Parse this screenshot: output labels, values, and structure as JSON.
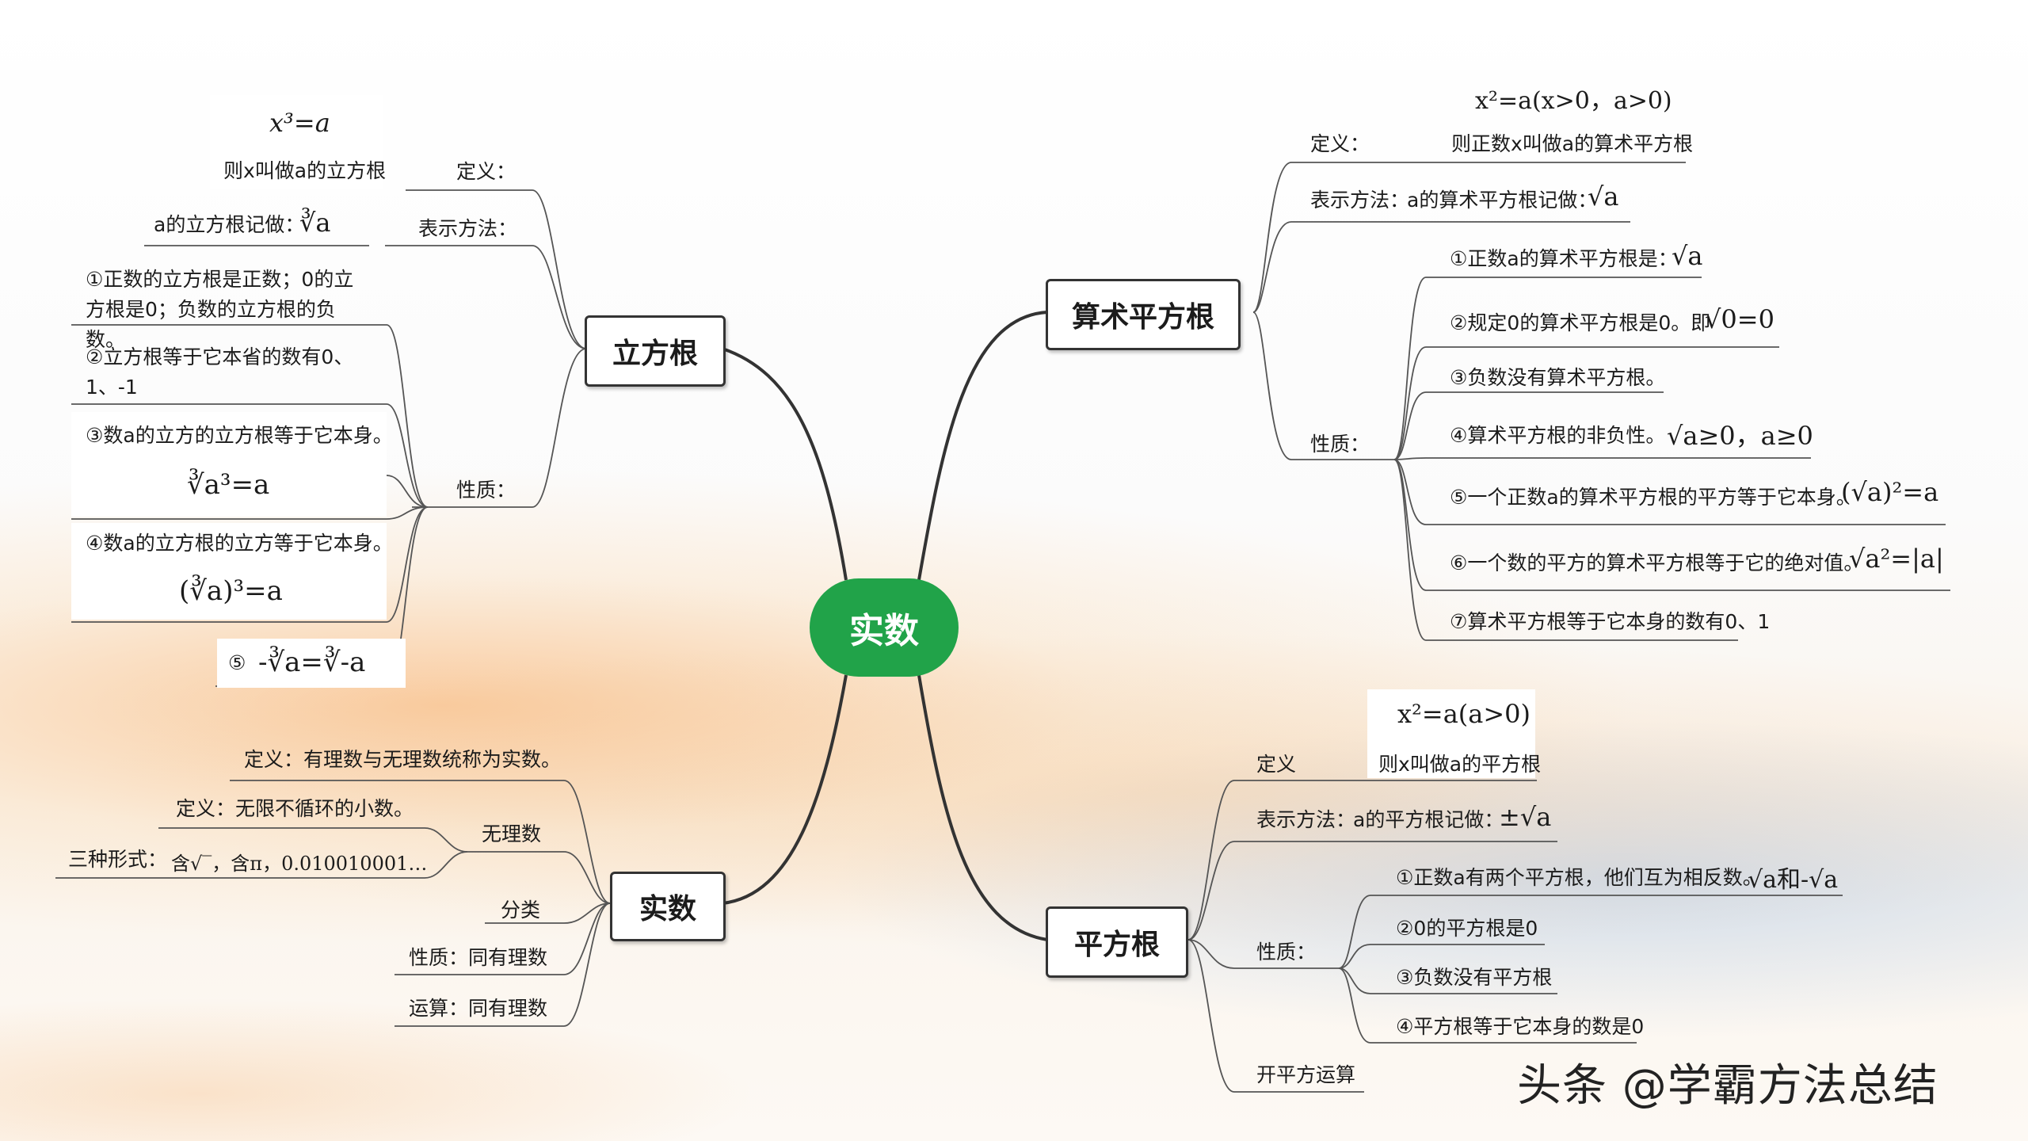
{
  "center": "实数",
  "watermark": "头条 @学霸方法总结",
  "cube_root": {
    "title": "立方根",
    "label_definition": "定义：",
    "label_notation": "表示方法：",
    "label_properties": "性质：",
    "def_formula": "x³=a",
    "def_text": "则x叫做a的立方根",
    "notation_text": "a的立方根记做：",
    "notation_formula": "∛a",
    "p1": "①正数的立方根是正数；0的立方根是0；负数的立方根的负数。",
    "p2": "②立方根等于它本省的数有0、1、-1",
    "p3": "③数a的立方的立方根等于它本身。",
    "p3_formula": "∛a³=a",
    "p4": "④数a的立方根的立方等于它本身。",
    "p4_formula": "(∛a)³=a",
    "p5_num": "⑤",
    "p5_formula": "-∛a=∛-a"
  },
  "real_numbers": {
    "title": "实数",
    "definition": "定义：有理数与无理数统称为实数。",
    "irrational": "无理数",
    "irrational_def": "定义：无限不循环的小数。",
    "three_forms_label": "三种形式：",
    "three_forms": "含√‾，含π，0.010010001…",
    "classification": "分类",
    "properties": "性质：同有理数",
    "operations": "运算：同有理数"
  },
  "arith_sqrt": {
    "title": "算术平方根",
    "label_definition": "定义：",
    "label_notation": "表示方法：",
    "label_properties": "性质：",
    "def_formula": "x²=a(x>0，a>0)",
    "def_text": "则正数x叫做a的算术平方根",
    "notation_text": "a的算术平方根记做：",
    "notation_formula": "√a",
    "p1": "①正数a的算术平方根是：",
    "p1_formula": "√a",
    "p2": "②规定0的算术平方根是0。即",
    "p2_formula": "√0=0",
    "p3": "③负数没有算术平方根。",
    "p4": "④算术平方根的非负性。",
    "p4_formula": "√a≥0，a≥0",
    "p5": "⑤一个正数a的算术平方根的平方等于它本身。",
    "p5_formula": "(√a)²=a",
    "p6": "⑥一个数的平方的算术平方根等于它的绝对值。",
    "p6_formula": "√a²=|a|",
    "p7": "⑦算术平方根等于它本身的数有0、1"
  },
  "sqrt": {
    "title": "平方根",
    "label_definition": "定义",
    "label_notation": "表示方法：",
    "label_properties": "性质：",
    "label_operation": "开平方运算",
    "def_formula": "x²=a(a>0)",
    "def_text": "则x叫做a的平方根",
    "notation_text": "a的平方根记做：",
    "notation_formula": "±√a",
    "p1": "①正数a有两个平方根，他们互为相反数。",
    "p1_formula": "√a和-√a",
    "p2": "②0的平方根是0",
    "p3": "③负数没有平方根",
    "p4": "④平方根等于它本身的数是0"
  },
  "colors": {
    "center": "#21a349",
    "line": "#333333",
    "branch": "#555555"
  }
}
